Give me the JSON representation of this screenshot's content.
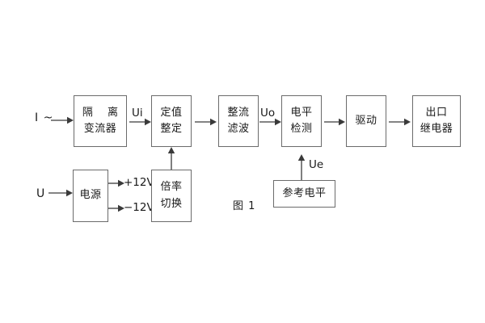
{
  "figure": {
    "caption": "图 1",
    "background_color": "#ffffff",
    "line_color": "#6b6b6b",
    "text_color": "#1a1a1a"
  },
  "inputs": [
    {
      "name": "current-input",
      "label": "I ~"
    },
    {
      "name": "voltage-input",
      "label": "U"
    }
  ],
  "blocks": {
    "isolation_transformer": {
      "line1": "隔 离",
      "line2": "变流器"
    },
    "setting_value": {
      "line1": "定值",
      "line2": "整定"
    },
    "rectifier_filter": {
      "line1": "整流",
      "line2": "滤波"
    },
    "level_detection": {
      "line1": "电平",
      "line2": "检测"
    },
    "driver": {
      "line1": "驱动",
      "line2": ""
    },
    "output_relay": {
      "line1": "出口",
      "line2": "继电器"
    },
    "power_supply": {
      "line1": "电源",
      "line2": ""
    },
    "multiplier_switch": {
      "line1": "倍率",
      "line2": "切换"
    },
    "reference_level": {
      "line1": "参考电平",
      "line2": ""
    }
  },
  "signals": {
    "ui": "Ui",
    "uo": "Uo",
    "ue": "Ue"
  },
  "power_rails": [
    {
      "name": "rail-positive-12v",
      "label": "+12V"
    },
    {
      "name": "rail-negative-12v",
      "label": "−12V"
    }
  ]
}
